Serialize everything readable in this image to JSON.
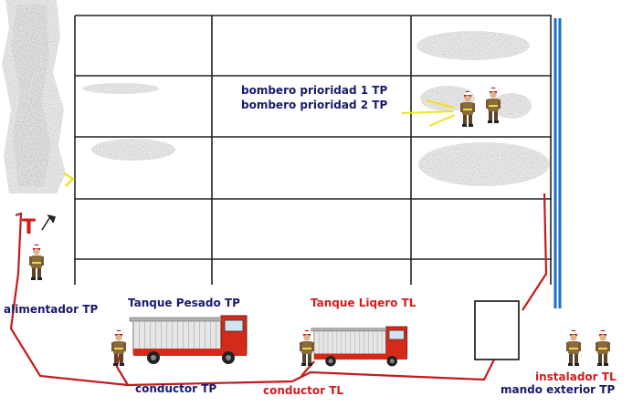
{
  "labels": {
    "bombero_p1": "bombero prioridad 1 TP",
    "bombero_p2": "bombero prioridad 2 TP",
    "alimentador": "alimentador TP",
    "tanque_pesado": "Tanque Pesado TP",
    "tanque_ligero": "Tanque Liqero TL",
    "conductor_tp": "conductor TP",
    "conductor_tl": "conductor TL",
    "instalador": "instalador TL",
    "mando_exterior": "mando exterior TP",
    "t_sign": "T"
  },
  "colors": {
    "navy_text": "#1a1a6e",
    "red_text": "#d41c1c",
    "hose_red": "#c41a1a",
    "ladder_blue": "#1b6fc4",
    "smoke_gray": "#9a9a9a",
    "truck_red": "#d42a1a",
    "ray_yellow": "#f2e21a"
  },
  "icons": [
    "smoke-column-icon",
    "firefighter-icon",
    "fire-truck-heavy-icon",
    "fire-truck-light-icon",
    "axe-icon",
    "command-box-icon"
  ]
}
